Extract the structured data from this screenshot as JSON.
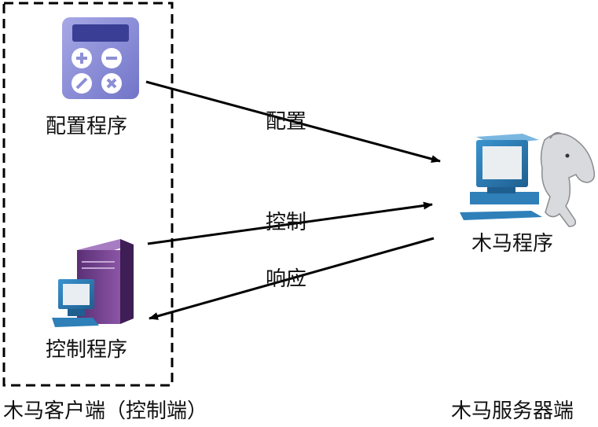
{
  "labels": {
    "config_program": "配置程序",
    "control_program": "控制程序",
    "trojan_program": "木马程序",
    "edge_config": "配置",
    "edge_control": "控制",
    "edge_response": "响应",
    "client_group": "木马客户端（控制端）",
    "server_group": "木马服务器端"
  },
  "icons": {
    "config": "calculator-icon",
    "control": "computer-tower-icon",
    "trojan": "computer-with-horse-icon"
  },
  "colors": {
    "calculator": "#8c8fd6",
    "tower": "#6a3c86",
    "computer": "#2f7fb9",
    "arrow": "#000000"
  }
}
